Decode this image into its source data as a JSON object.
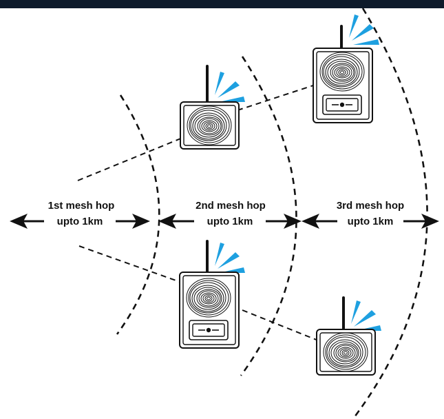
{
  "colors": {
    "header_bar": "#0e1b2b",
    "signal_waves": "#1ea0e0",
    "lines": "#111111"
  },
  "hops": [
    {
      "title": "1st mesh hop",
      "range": "upto 1km"
    },
    {
      "title": "2nd mesh hop",
      "range": "upto 1km"
    },
    {
      "title": "3rd mesh hop",
      "range": "upto 1km"
    }
  ],
  "devices": [
    {
      "type": "sounder",
      "hop": 2,
      "has_call_point": false,
      "icon": "wireless-sounder-icon"
    },
    {
      "type": "sounder-with-call-point",
      "hop": 2,
      "has_call_point": true,
      "icon": "wireless-sounder-callpoint-icon"
    },
    {
      "type": "sounder-with-call-point",
      "hop": 3,
      "has_call_point": true,
      "icon": "wireless-sounder-callpoint-icon"
    },
    {
      "type": "sounder",
      "hop": 3,
      "has_call_point": false,
      "icon": "wireless-sounder-icon"
    }
  ]
}
